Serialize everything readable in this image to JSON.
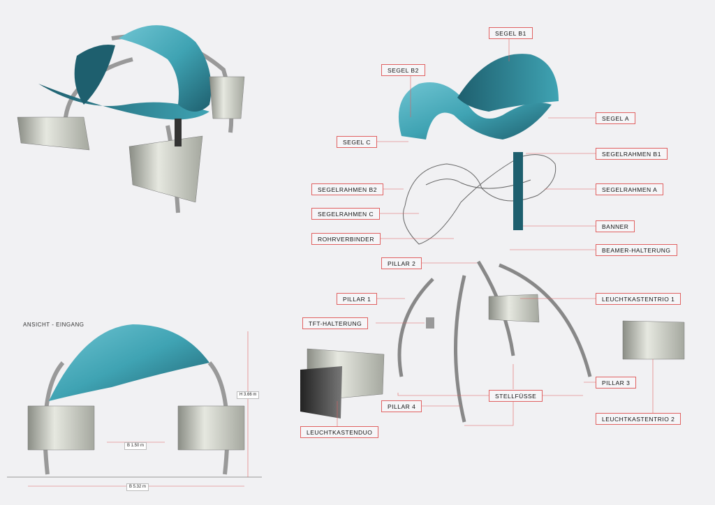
{
  "view_caption": "ANSICHT - EINGANG",
  "dimensions": {
    "height": "H 3.66 m",
    "width_inner": "B  1.50 m",
    "width_total": "B  5.32 m"
  },
  "labels": {
    "segel_b1": "SEGEL B1",
    "segel_b2": "SEGEL B2",
    "segel_a": "SEGEL A",
    "segel_c": "SEGEL C",
    "segelrahmen_b1": "SEGELRAHMEN B1",
    "segelrahmen_b2": "SEGELRAHMEN B2",
    "segelrahmen_a": "SEGELRAHMEN A",
    "segelrahmen_c": "SEGELRAHMEN C",
    "banner": "BANNER",
    "rohrverbinder": "ROHRVERBINDER",
    "beamer_halterung": "BEAMER-HALTERUNG",
    "pillar_2": "PILLAR 2",
    "pillar_1": "PILLAR 1",
    "leuchtkastentrio_1": "LEUCHTKASTENTRIO 1",
    "tft_halterung": "TFT-HALTERUNG",
    "pillar_3": "PILLAR 3",
    "pillar_4": "PILLAR 4",
    "stellfuesse": "STELLFÜSSE",
    "leuchtkastenduo": "LEUCHTKASTENDUO",
    "leuchtkastentrio_2": "LEUCHTKASTENTRIO 2"
  },
  "colors": {
    "sail": "#3fa3b3",
    "sail_dark": "#1e5f6e",
    "box": "#c9ccc2",
    "leader": "#e06060",
    "frame": "#555555"
  }
}
